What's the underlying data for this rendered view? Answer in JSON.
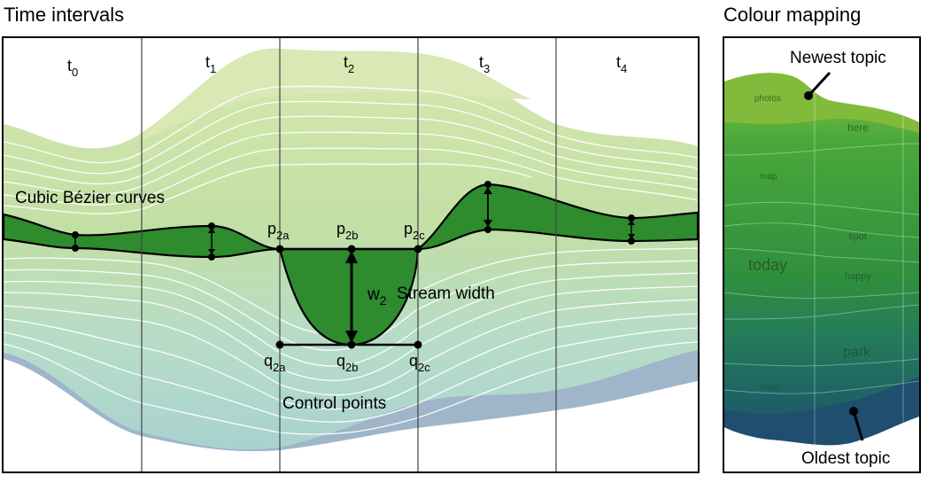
{
  "headings": {
    "time_intervals": "Time intervals",
    "colour_mapping": "Colour mapping"
  },
  "intervals": [
    {
      "base": "t",
      "sub": "0"
    },
    {
      "base": "t",
      "sub": "1"
    },
    {
      "base": "t",
      "sub": "2"
    },
    {
      "base": "t",
      "sub": "3"
    },
    {
      "base": "t",
      "sub": "4"
    }
  ],
  "annotations": {
    "curves": "Cubic Bézier curves",
    "stream_width": "Stream width",
    "width_symbol": {
      "base": "w",
      "sub": "2"
    },
    "control_points": "Control points"
  },
  "control_points": {
    "top": [
      {
        "base": "p",
        "sub": "2a"
      },
      {
        "base": "p",
        "sub": "2b"
      },
      {
        "base": "p",
        "sub": "2c"
      }
    ],
    "bottom": [
      {
        "base": "q",
        "sub": "2a"
      },
      {
        "base": "q",
        "sub": "2b"
      },
      {
        "base": "q",
        "sub": "2c"
      }
    ]
  },
  "colour_panel": {
    "newest_label": "Newest topic",
    "oldest_label": "Oldest topic",
    "topic_words": [
      "photos",
      "here",
      "map",
      "spot",
      "today",
      "happy",
      "park",
      "more"
    ]
  },
  "colors": {
    "highlight_stream": "#2e8b2e",
    "stream_light_green": "#c8e0a8",
    "stream_light_teal": "#b8dccc",
    "stream_blue_grey": "#9fb4c8",
    "newest": "#7cb342",
    "oldest": "#1f4e6e"
  }
}
